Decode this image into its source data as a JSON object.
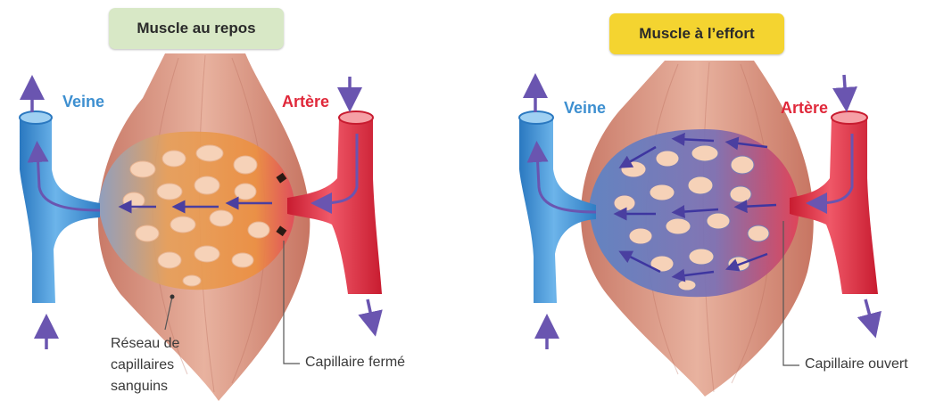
{
  "panels": [
    {
      "title": "Muscle au repos",
      "title_color": "#d8e8c6",
      "vein_label": "Veine",
      "artery_label": "Artère",
      "capillary_label": "Capillaire fermé",
      "capillaries_open": false
    },
    {
      "title": "Muscle à l’effort",
      "title_color": "#f4d430",
      "vein_label": "Veine",
      "artery_label": "Artère",
      "capillary_label": "Capillaire ouvert",
      "capillaries_open": true
    }
  ],
  "network_label": {
    "line1": "Réseau de",
    "line2": "capillaires",
    "line3": "sanguins"
  },
  "colors": {
    "vein": "#3d8fd0",
    "artery": "#e0283a",
    "arrow": "#6a55b0",
    "muscle": "#d99a84",
    "capillary_rest": "#e8963e",
    "capillary_effort": "#5d78b5"
  }
}
